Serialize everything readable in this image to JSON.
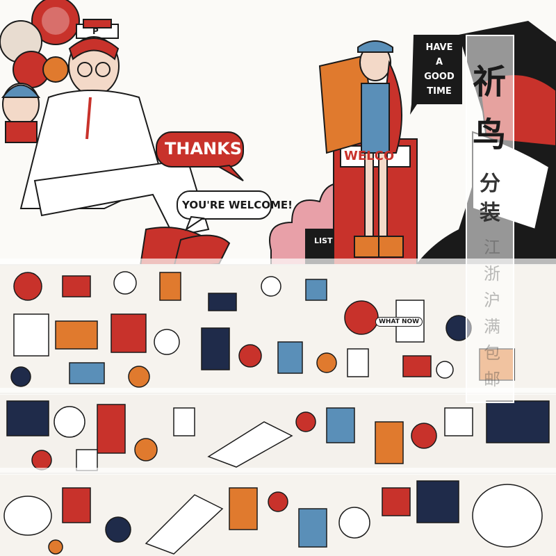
{
  "image": {
    "description_free": true
  },
  "speech": {
    "thanks": "THANKS!",
    "welcome": "YOU'RE WELCOME!",
    "have_a_good_time": [
      "HAVE",
      "A",
      "GOOD",
      "TIME"
    ],
    "welcome_sign": "WELCO",
    "list_sign": "LIST",
    "what_now": "WHAT NOW",
    "hat_letter": "P"
  },
  "side_label": {
    "brand_char_1": "祈",
    "brand_char_2": "鸟",
    "subtitle_1": "分",
    "subtitle_2": "装",
    "watermark": [
      "江",
      "浙",
      "沪",
      "满",
      "包",
      "邮"
    ]
  },
  "colors": {
    "red": "#c8322b",
    "orange": "#e07a2e",
    "navy": "#1f2b4a",
    "blue": "#5a8fb8",
    "ink": "#1a1a1a",
    "paper": "#fbfaf7",
    "pink": "#e8a0a8"
  }
}
